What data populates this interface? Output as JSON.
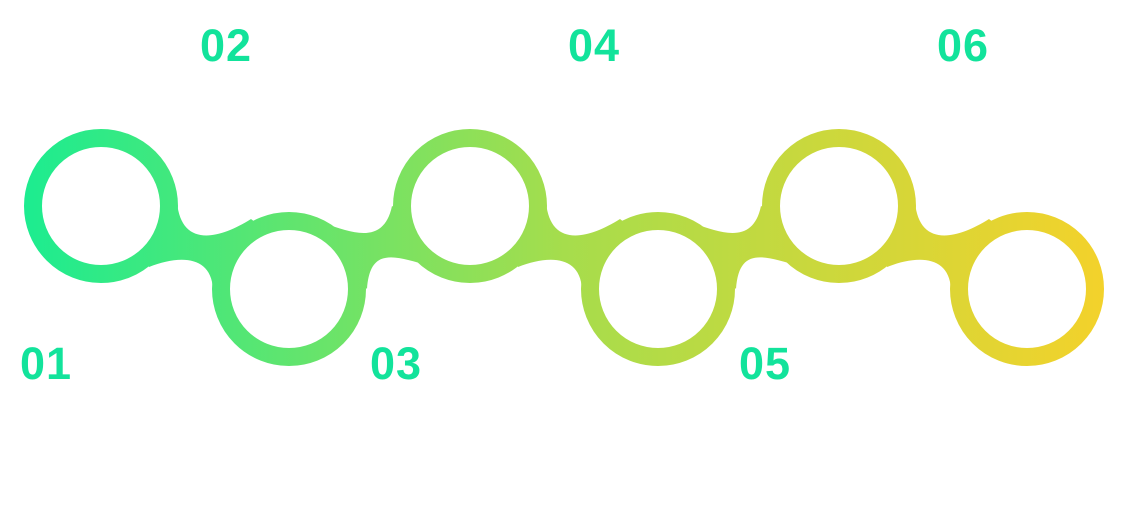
{
  "steps": [
    {
      "label": "01"
    },
    {
      "label": "02"
    },
    {
      "label": "03"
    },
    {
      "label": "04"
    },
    {
      "label": "05"
    },
    {
      "label": "06"
    }
  ],
  "colors": {
    "gradient_start": "#1cec90",
    "gradient_end": "#f3d22b",
    "label": "#12e39b"
  }
}
